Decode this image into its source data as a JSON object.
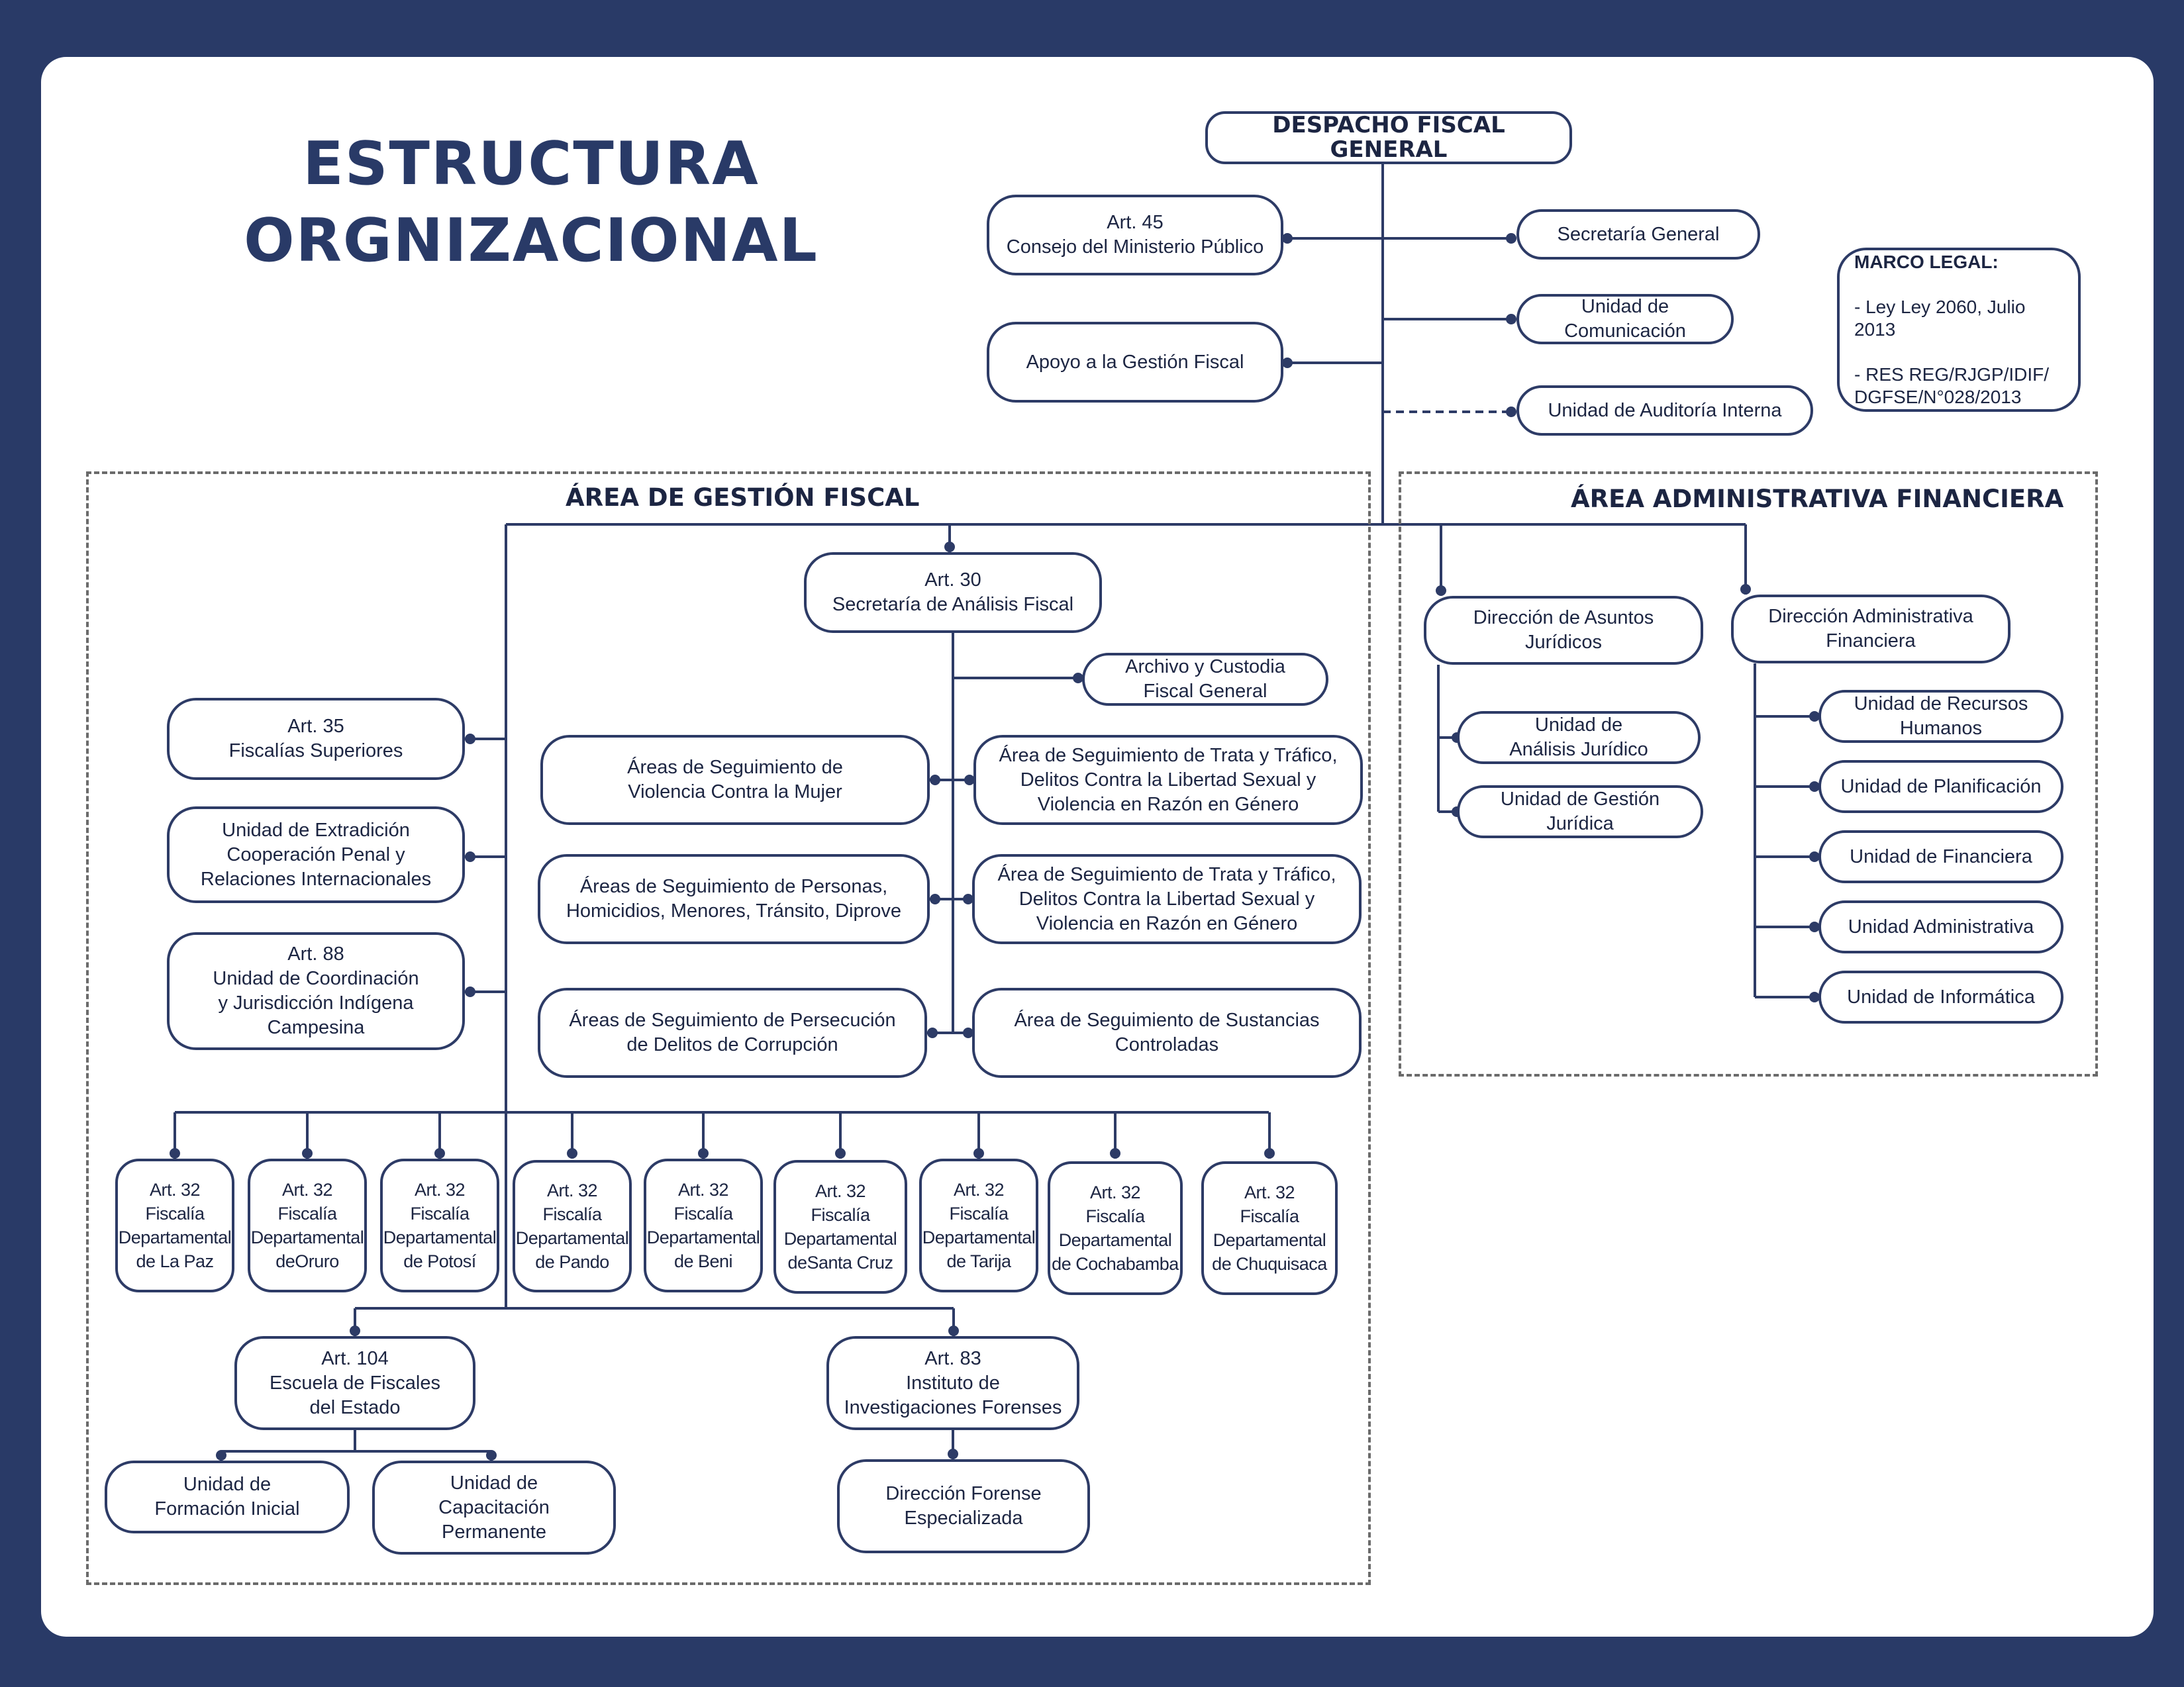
{
  "title": {
    "line1": "ESTRUCTURA",
    "line2": "ORGNIZACIONAL"
  },
  "head": "DESPACHO FISCAL GENERAL",
  "top_units": {
    "consejo": "Art. 45\nConsejo del Ministerio Público",
    "apoyo": "Apoyo a la Gestión Fiscal",
    "secretaria": "Secretaría General",
    "comunicacion": "Unidad de Comunicación",
    "auditoria": "Unidad de Auditoría Interna"
  },
  "marco_legal": {
    "title": "MARCO LEGAL:",
    "items": [
      "- Ley Ley 2060, Julio\n   2013",
      "- RES REG/RJGP/IDIF/\n   DGFSE/N°028/2013"
    ]
  },
  "area_gestion": {
    "title": "ÁREA DE GESTIÓN FISCAL",
    "secretaria_analisis": "Art. 30\nSecretaría de Análisis Fiscal",
    "archivo": "Archivo y Custodia\nFiscal General",
    "left_units": {
      "fiscalias_superiores": "Art. 35\nFiscalías Superiores",
      "extradicion": "Unidad de Extradición\nCooperación Penal y\nRelaciones Internacionales",
      "indigena": "Art. 88\nUnidad de Coordinación\ny Jurisdicción Indígena\nCampesina"
    },
    "seguimiento": {
      "violencia": "Áreas de Seguimiento de\nViolencia Contra la Mujer",
      "personas": "Áreas de Seguimiento de Personas,\nHomicidios, Menores, Tránsito, Diprove",
      "corrupcion": "Áreas de Seguimiento de Persecución\nde Delitos de Corrupción",
      "trata1": "Área de Seguimiento de Trata y Tráfico,\nDelitos Contra la Libertad Sexual y\nViolencia en Razón en Género",
      "trata2": "Área de Seguimiento de Trata y Tráfico,\nDelitos Contra la Libertad Sexual y\nViolencia en Razón en Género",
      "sustancias": "Área de Seguimiento de Sustancias\nControladas"
    },
    "fiscalias_departamentales": [
      "Art. 32\nFiscalía\nDepartamental\nde La Paz",
      "Art. 32\nFiscalía\nDepartamental\ndeOruro",
      "Art. 32\nFiscalía\nDepartamental\nde Potosí",
      "Art. 32\nFiscalía\nDepartamental\nde Pando",
      "Art. 32\nFiscalía\nDepartamental\nde Beni",
      "Art. 32\nFiscalía\nDepartamental\ndeSanta Cruz",
      "Art. 32\nFiscalía\nDepartamental\nde Tarija",
      "Art. 32\nFiscalía\nDepartamental\nde Cochabamba",
      "Art. 32\nFiscalía\nDepartamental\nde Chuquisaca"
    ],
    "escuela": "Art. 104\nEscuela de Fiscales\ndel Estado",
    "formacion": "Unidad de\nFormación Inicial",
    "capacitacion": "Unidad de\nCapacitación\nPermanente",
    "instituto": "Art. 83\nInstituto de\nInvestigaciones Forenses",
    "forense": "Dirección Forense\nEspecializada"
  },
  "area_admin": {
    "title": "ÁREA ADMINISTRATIVA FINANCIERA",
    "juridicos": "Dirección de Asuntos\nJurídicos",
    "analisis_juridico": "Unidad de\nAnálisis Jurídico",
    "gestion_juridica": "Unidad de Gestión\nJurídica",
    "dir_admin": "Dirección Administrativa\nFinanciera",
    "units": [
      "Unidad de Recursos\nHumanos",
      "Unidad de Planificación",
      "Unidad de Financiera",
      "Unidad Administrativa",
      "Unidad de Informática"
    ]
  },
  "colors": {
    "frame": "#293a67",
    "line": "#2d3b66",
    "dash": "#6b6b6b"
  }
}
